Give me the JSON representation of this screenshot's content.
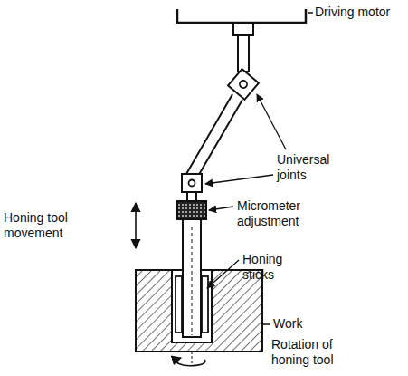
{
  "diagram": {
    "labels": [
      "Driving motor",
      "Universal joints",
      "Micrometer adjustment",
      "Honing tool movement",
      "Honing sticks",
      "Work",
      "Rotation of honing tool"
    ]
  }
}
